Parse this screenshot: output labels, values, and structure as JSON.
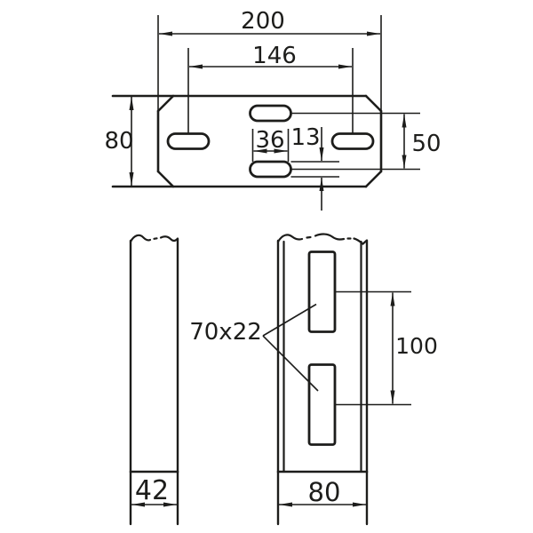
{
  "drawing": {
    "type": "technical-dimension-drawing",
    "colors": {
      "ink": "#1d1d1b",
      "background": "#ffffff"
    },
    "top_view": {
      "dims": {
        "total_width": "200",
        "outer_slot_spacing": "146",
        "total_height": "80",
        "middle_slot_spacing": "50",
        "slot_length": "36",
        "slot_width": "13"
      }
    },
    "side_view": {
      "dims": {
        "depth": "42"
      }
    },
    "front_view": {
      "dims": {
        "slot_size": "70x22",
        "slot_spacing": "100",
        "width": "80"
      }
    }
  }
}
